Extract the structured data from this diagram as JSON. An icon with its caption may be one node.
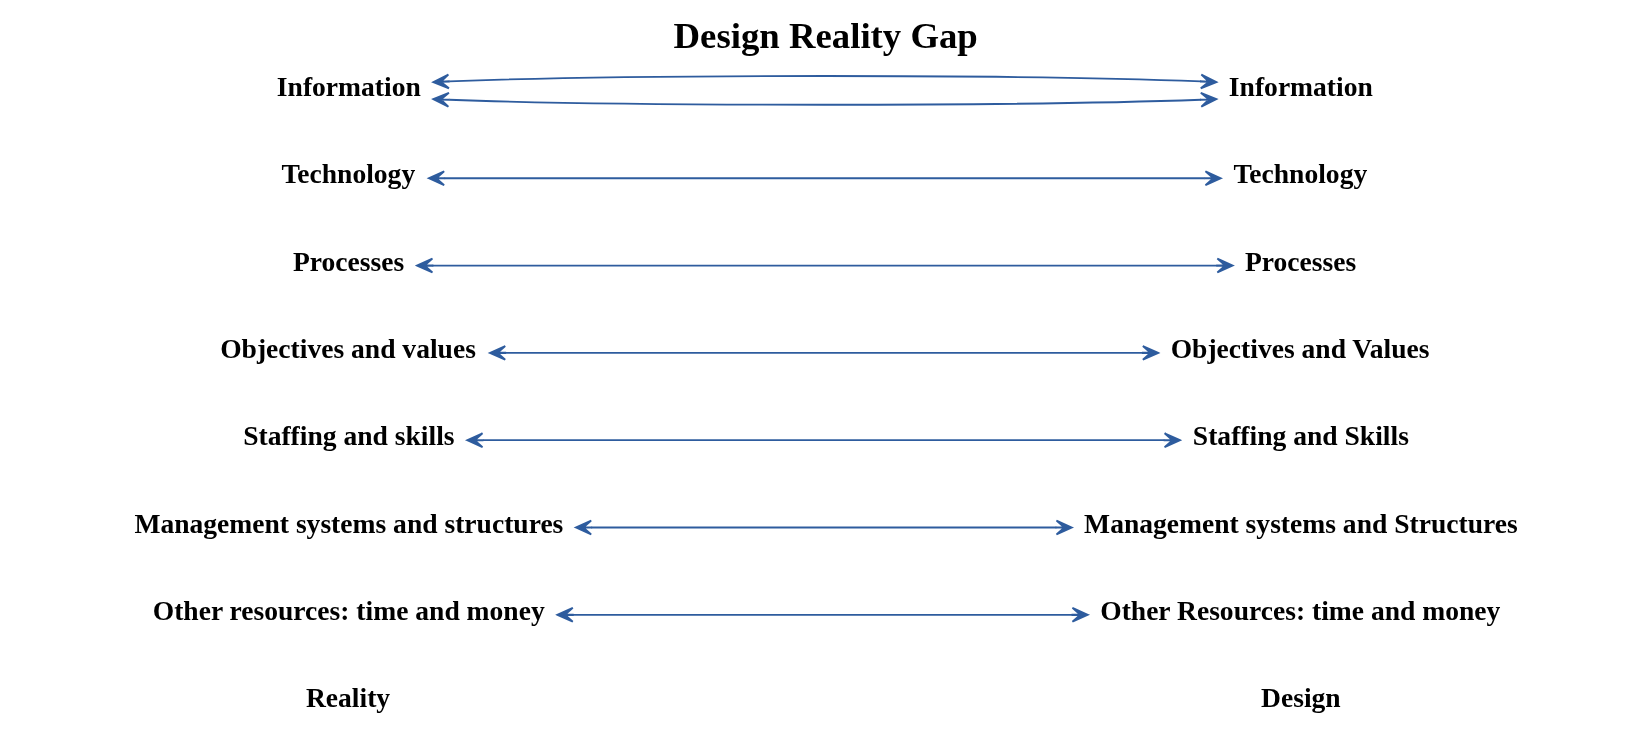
{
  "diagram": {
    "title": "Design Reality Gap",
    "nodes": [
      {
        "text": [
          "Information"
        ]
      },
      {
        "text": [
          "Technology"
        ]
      },
      {
        "text": [
          "Processes"
        ]
      },
      {
        "text": [
          "Objectives and values"
        ]
      },
      {
        "text": [
          "Staffing and skills"
        ]
      },
      {
        "text": [
          "Management systems and structures"
        ]
      },
      {
        "text": [
          "Other resources: time and money"
        ]
      },
      {
        "text": [
          "Information"
        ]
      },
      {
        "text": [
          "Technology"
        ]
      },
      {
        "text": [
          "Processes"
        ]
      },
      {
        "text": [
          "Objectives and Values"
        ]
      },
      {
        "text": [
          "Staffing and Skills"
        ]
      },
      {
        "text": [
          "Management systems and Structures"
        ]
      },
      {
        "text": [
          "Other Resources: time and money"
        ]
      }
    ],
    "edges": [
      {
        "from": 0,
        "to": 7,
        "arrow": "both"
      },
      {
        "from": 0,
        "to": 7,
        "arrow": "both"
      },
      {
        "from": 1,
        "to": 8,
        "arrow": "both"
      },
      {
        "from": 2,
        "to": 9,
        "arrow": "both"
      },
      {
        "from": 3,
        "to": 10,
        "arrow": "both"
      },
      {
        "from": 4,
        "to": 11,
        "arrow": "both"
      },
      {
        "from": 5,
        "to": 12,
        "arrow": "both"
      },
      {
        "from": 6,
        "to": 13,
        "arrow": "both"
      }
    ],
    "labels": [
      "Reality",
      "Design"
    ]
  }
}
